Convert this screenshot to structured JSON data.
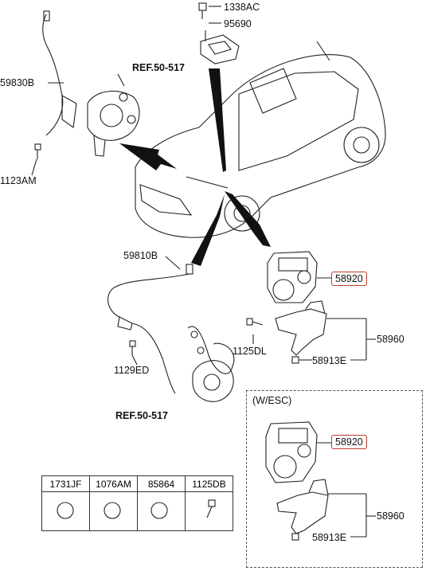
{
  "labels": {
    "l1338ac": "1338AC",
    "l95690": "95690",
    "l59830b": "59830B",
    "l1123am": "1123AM",
    "ref_top": "REF.50-517",
    "l59810b": "59810B",
    "l1129ed": "1129ED",
    "ref_bottom": "REF.50-517",
    "l58920_a": "58920",
    "l1125dl": "1125DL",
    "l58913e_a": "58913E",
    "l58960_a": "58960",
    "esc_title": "(W/ESC)",
    "l58920_b": "58920",
    "l58960_b": "58960",
    "l58913e_b": "58913E"
  },
  "table": {
    "headers": [
      "1731JF",
      "1076AM",
      "85864",
      "1125DB"
    ]
  },
  "colors": {
    "highlight": "#c0392b"
  }
}
